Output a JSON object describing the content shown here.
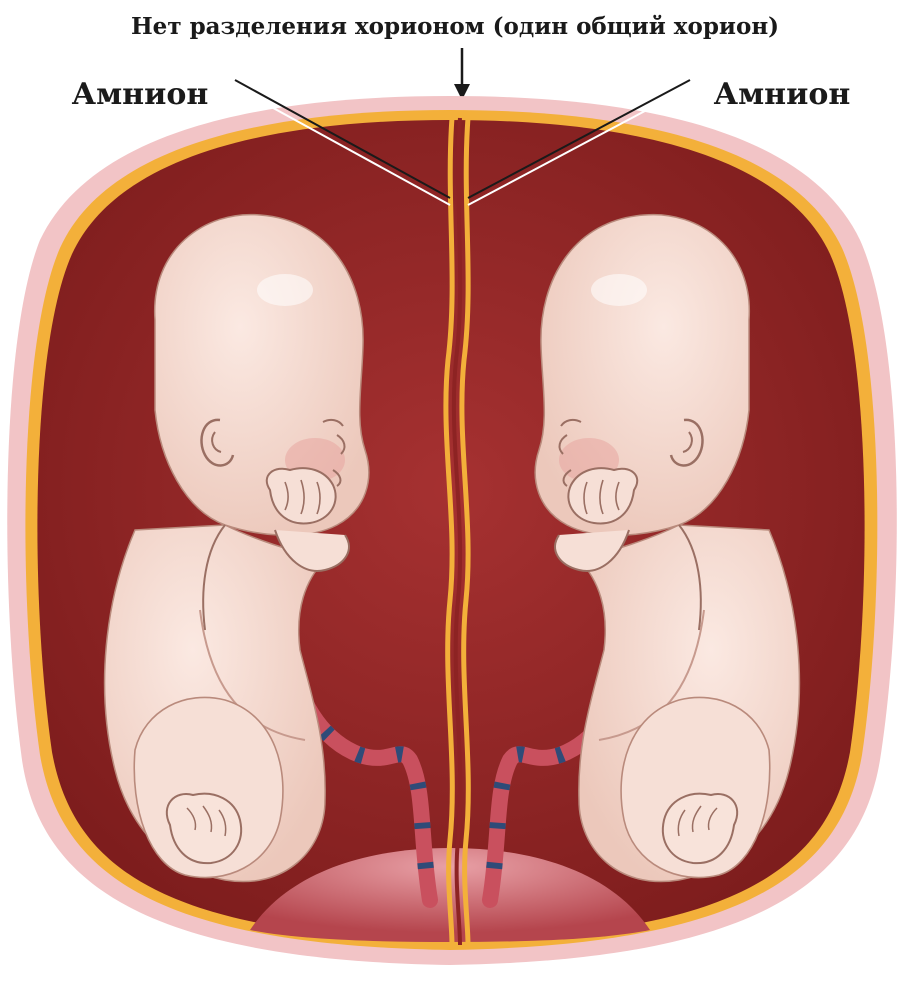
{
  "labels": {
    "top": "Нет разделения хорионом (один общий хорион)",
    "left_amnion": "Амнион",
    "right_amnion": "Амнион"
  },
  "colors": {
    "chorion_outer": "#f2c4c6",
    "chorion_line": "#f3b03a",
    "cavity": "#8d2323",
    "cavity_glow": "#b3393a",
    "fetus_skin": "#f3d9cf",
    "fetus_shadow": "#e6bfb2",
    "fetus_outline": "#9a6f63",
    "cord": "#c9505e",
    "cord_band": "#2f4b78",
    "placenta": "#d97f86",
    "arrow": "#1a1a1a"
  }
}
